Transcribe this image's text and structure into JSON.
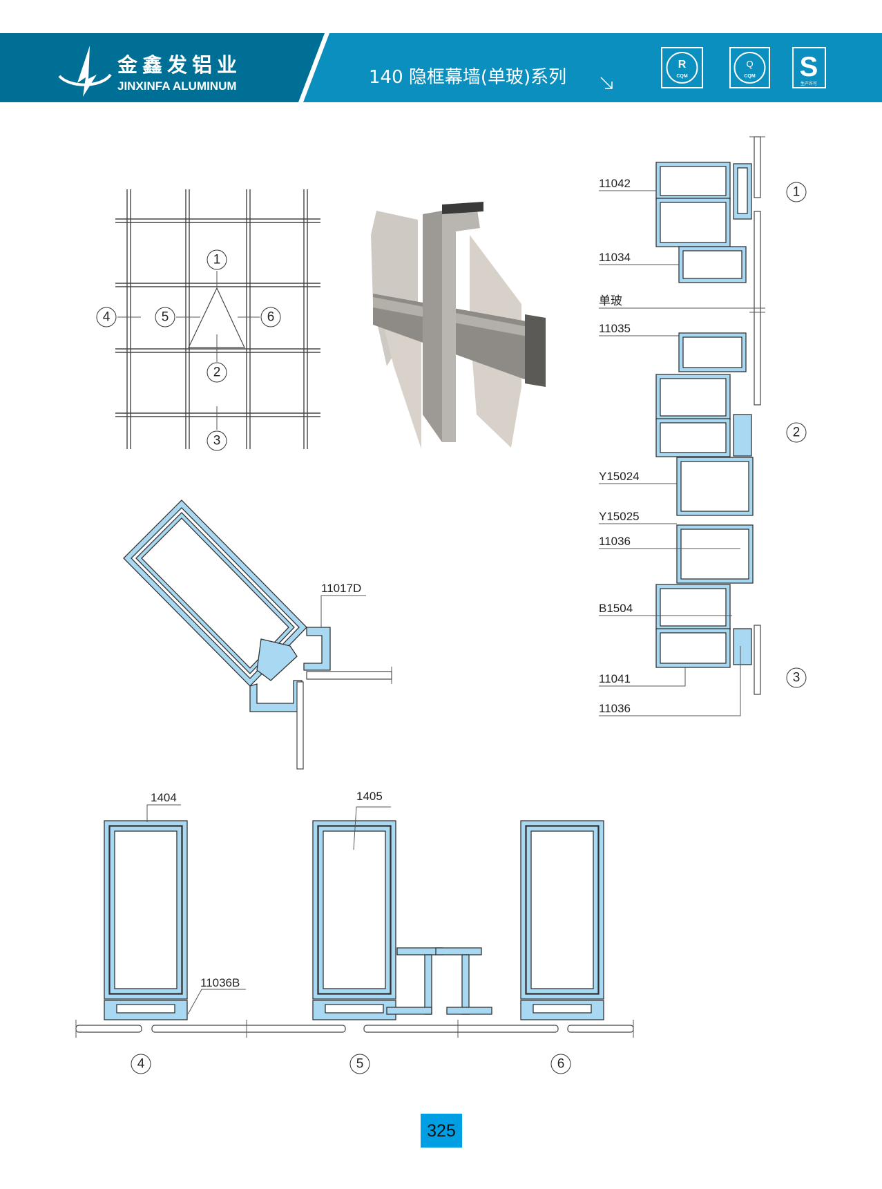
{
  "header": {
    "brand_cn": "金鑫发铝业",
    "brand_en": "JINXINFA ALUMINUM",
    "title": "140 隐框幕墙(单玻)系列",
    "arrow_icon": "arrow-down-right-icon",
    "cert_icons": [
      {
        "name": "cqm-r-cert-icon",
        "letter": "R",
        "text": "CQM"
      },
      {
        "name": "cqm-q-cert-icon",
        "letter": "Q",
        "text": "CQM"
      },
      {
        "name": "qs-production-license-icon",
        "letter": "S",
        "text": "生产许可"
      }
    ],
    "colors": {
      "dark": "#006f95",
      "light": "#0a8fbf"
    }
  },
  "grid_diagram": {
    "markers": [
      "1",
      "2",
      "3",
      "4",
      "5",
      "6"
    ]
  },
  "diagonal_section": {
    "label": "11017D"
  },
  "right_section": {
    "labels": [
      "11042",
      "11034",
      "单玻",
      "11035",
      "Y15024",
      "Y15025",
      "11036",
      "B1504",
      "11041",
      "11036"
    ],
    "markers": [
      "1",
      "2",
      "3"
    ]
  },
  "bottom_sections": {
    "labels": [
      "1404",
      "1405",
      "11036B"
    ],
    "markers": [
      "4",
      "5",
      "6"
    ]
  },
  "page_number": "325",
  "colors": {
    "profile": "#a9d9f2",
    "page_box": "#009fe3"
  }
}
